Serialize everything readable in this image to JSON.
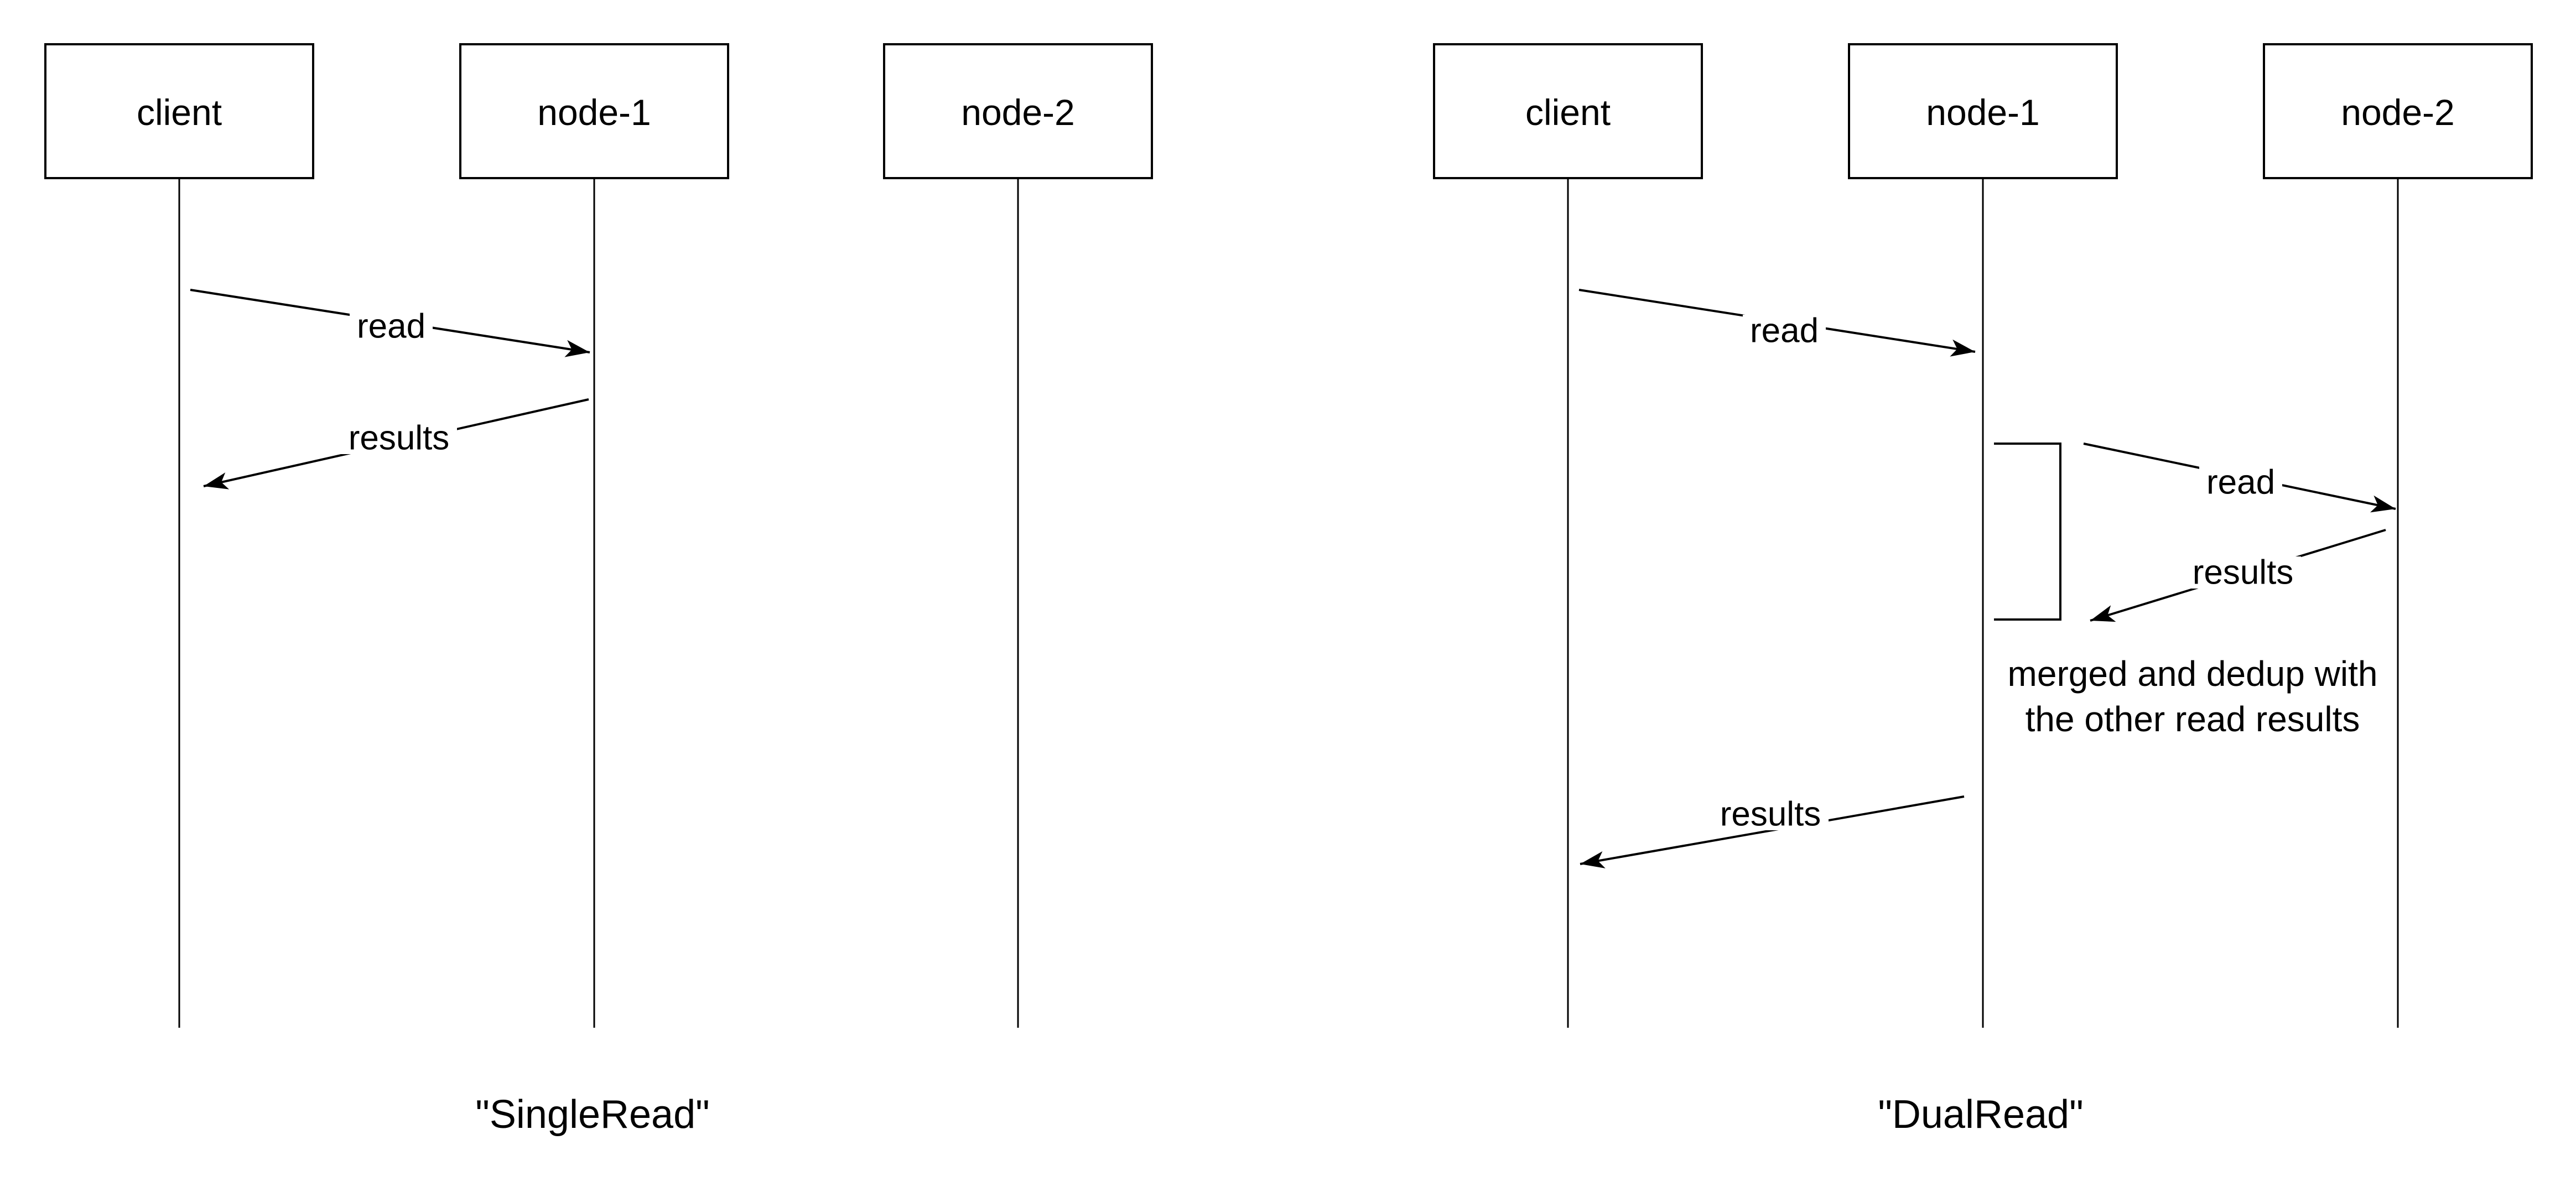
{
  "colors": {
    "stroke": "#000000",
    "background": "#ffffff"
  },
  "diagrams": [
    {
      "caption": "\"SingleRead\"",
      "actors": [
        {
          "label": "client"
        },
        {
          "label": "node-1"
        },
        {
          "label": "node-2"
        }
      ],
      "messages": [
        {
          "label": "read",
          "from": "client",
          "to": "node-1"
        },
        {
          "label": "results",
          "from": "node-1",
          "to": "client"
        }
      ]
    },
    {
      "caption": "\"DualRead\"",
      "actors": [
        {
          "label": "client"
        },
        {
          "label": "node-1"
        },
        {
          "label": "node-2"
        }
      ],
      "messages": [
        {
          "label": "read",
          "from": "client",
          "to": "node-1"
        },
        {
          "label": "read",
          "from": "node-1",
          "to": "node-2"
        },
        {
          "label": "results",
          "from": "node-2",
          "to": "node-1"
        },
        {
          "label": "results",
          "from": "node-1",
          "to": "client"
        }
      ],
      "note": {
        "line1": "merged and dedup with",
        "line2": "the other read results"
      }
    }
  ]
}
